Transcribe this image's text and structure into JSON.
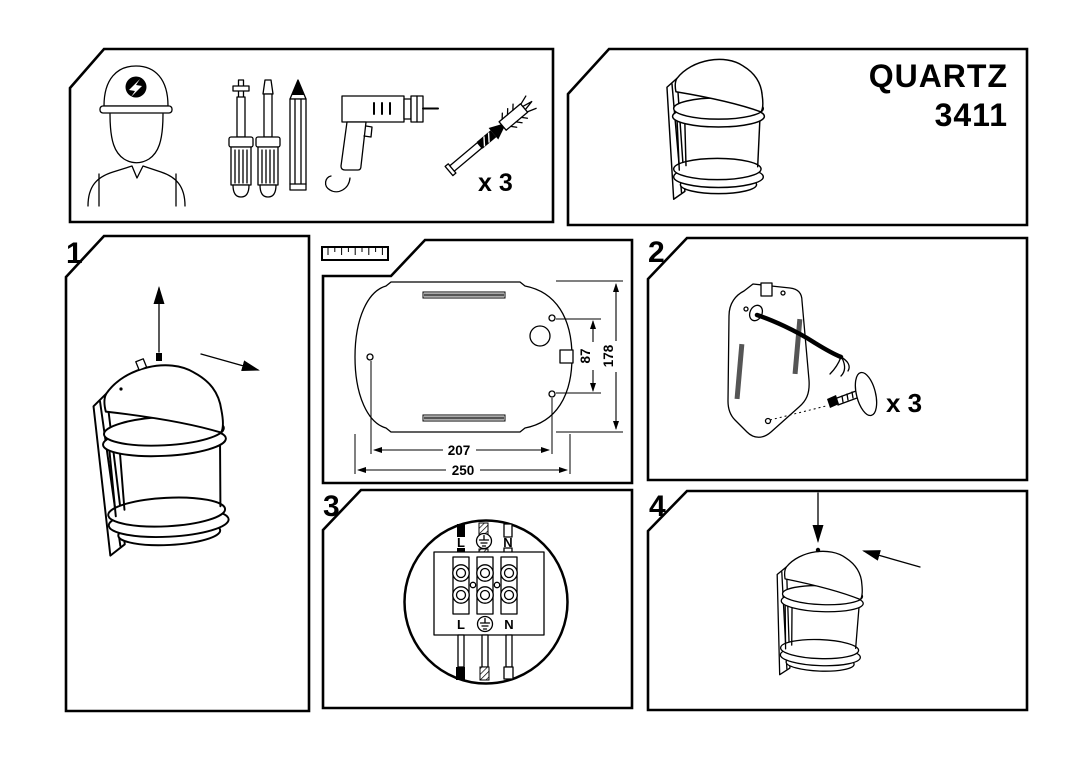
{
  "colors": {
    "ink": "#000000",
    "paper": "#ffffff",
    "slot_fill": "#555555"
  },
  "product": {
    "brand": "QUARTZ",
    "model": "3411"
  },
  "tools_panel": {
    "icons": [
      "electrician-icon",
      "phillips-screwdriver-icon",
      "flat-screwdriver-icon",
      "pencil-icon",
      "drill-icon",
      "wall-plug-icon"
    ],
    "wall_plug_quantity": "x 3"
  },
  "template_panel": {
    "icon": "ruler-icon",
    "dimensions": {
      "outer_width": "250",
      "holes_width": "207",
      "outer_height": "178",
      "holes_height": "87"
    }
  },
  "steps": [
    {
      "number": "1"
    },
    {
      "number": "2",
      "anchor_quantity": "x 3"
    },
    {
      "number": "3",
      "terminals": {
        "live": "L",
        "neutral": "N",
        "earth_icon": "earth-symbol-icon"
      }
    },
    {
      "number": "4"
    }
  ]
}
